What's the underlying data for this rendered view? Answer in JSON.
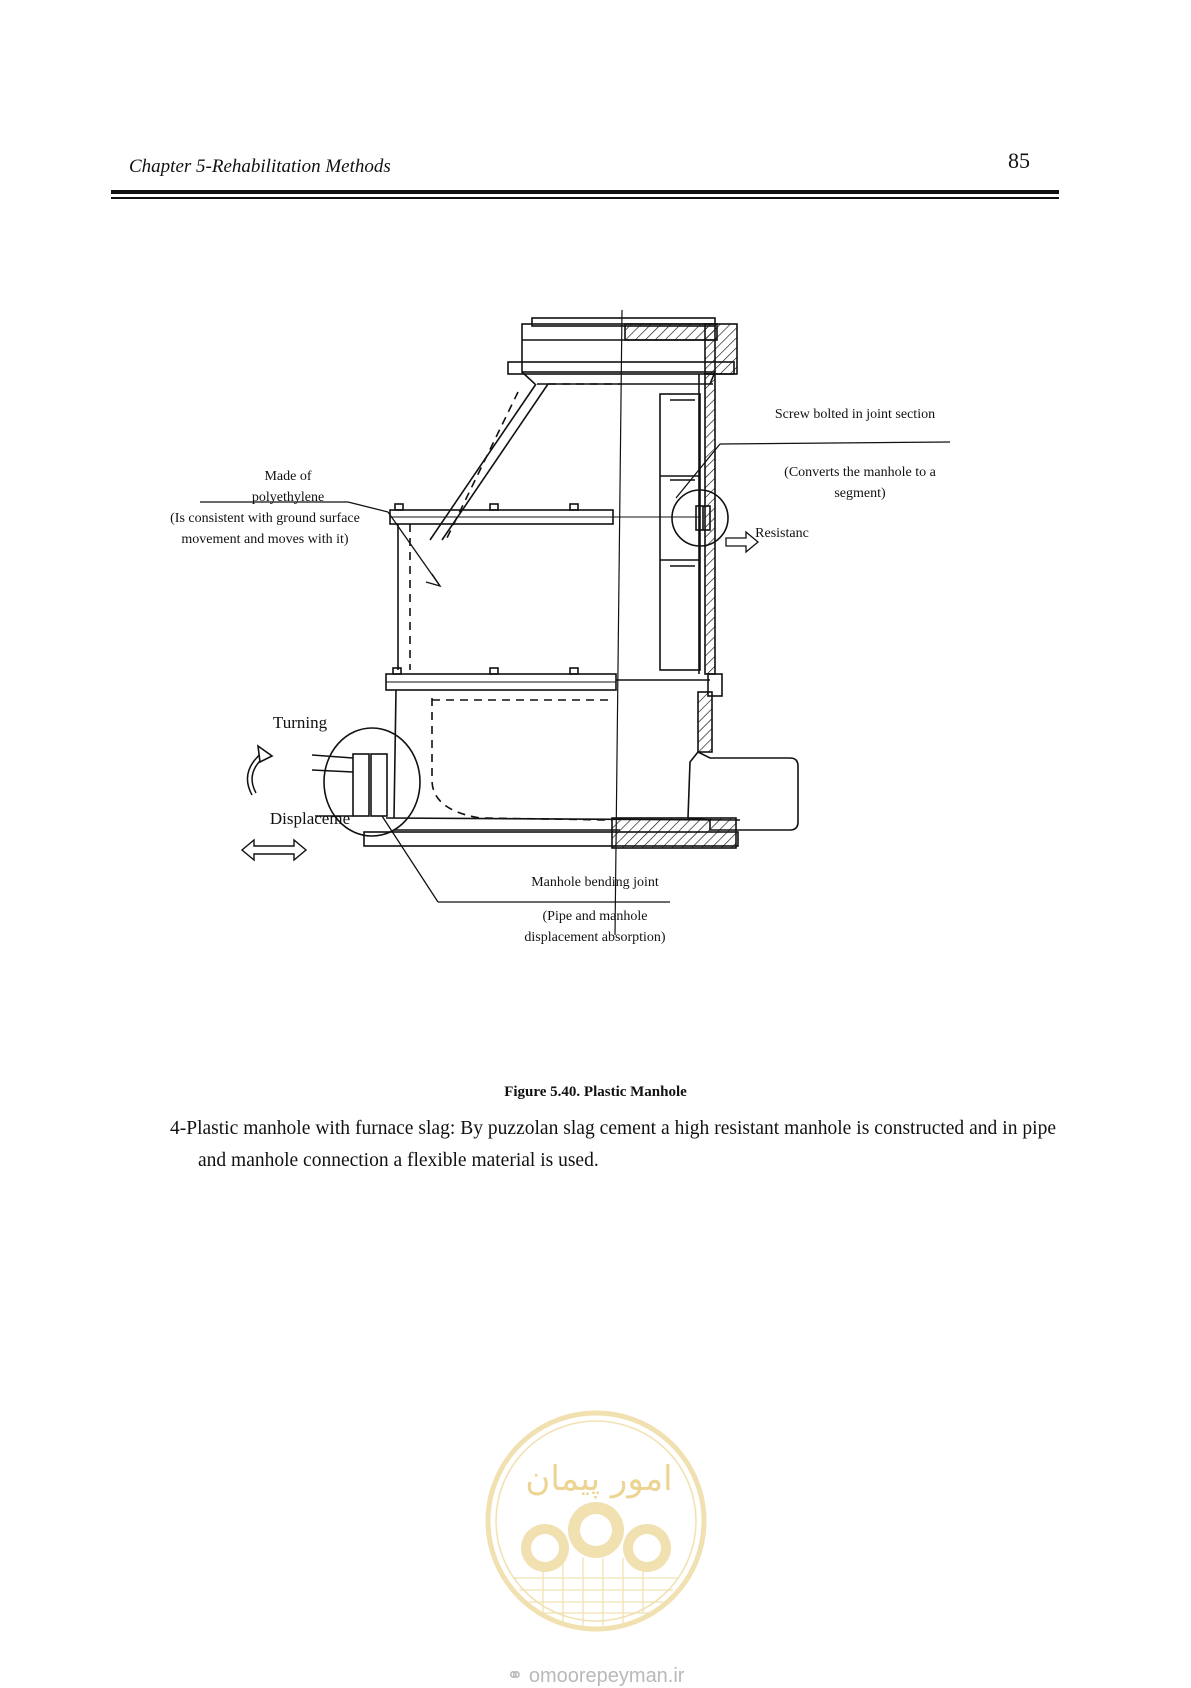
{
  "header": {
    "running_title": "Chapter 5-Rehabilitation Methods",
    "page_number": "85"
  },
  "figure": {
    "labels": {
      "screw_bolted": "Screw bolted in joint section",
      "converts_1": "(Converts the manhole to a",
      "converts_2": "segment)",
      "made_of_1": "Made of",
      "made_of_2": "polyethylene",
      "consistent_1": "(Is consistent with ground surface",
      "consistent_2": "movement and moves with it)",
      "resistance": "Resistanc",
      "turning": "Turning",
      "displacement": "Displaceme",
      "bending_joint": "Manhole bending joint",
      "pipe_1": "(Pipe and manhole",
      "pipe_2": "displacement absorption)"
    },
    "caption": "Figure 5.40. Plastic Manhole"
  },
  "body": {
    "paragraph": "4-Plastic manhole with furnace slag: By puzzolan slag cement a high resistant manhole is constructed and in pipe and manhole connection a flexible material is used."
  },
  "watermark": {
    "site": "omoorepeyman.ir",
    "logo_text": "امور پیمان"
  },
  "colors": {
    "ink": "#111111",
    "watermark_gold": "#e6c770",
    "watermark_gray": "#b9b9b9"
  }
}
